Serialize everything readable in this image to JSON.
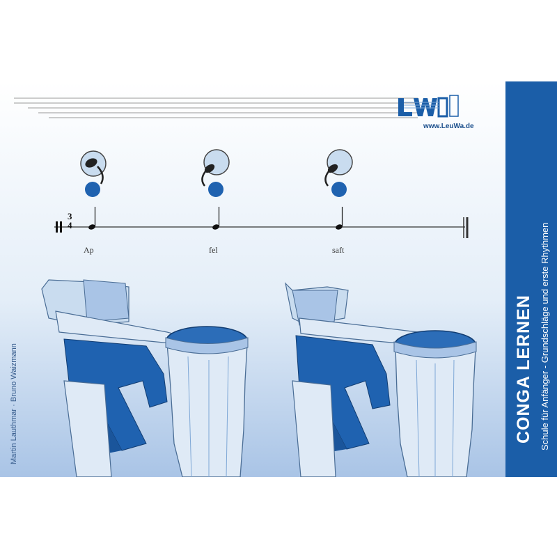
{
  "cover": {
    "title": "CONGA  LERNEN",
    "subtitle": "Schule für Anfänger - Grundschläge und erste Rhythmen",
    "authors": "Martin Lauthmar · Bruno Waizmann",
    "logo_url": "www.LeuWa.de",
    "notation": {
      "time_signature_top": "3",
      "time_signature_bottom": "4",
      "words": [
        "Ap",
        "fel",
        "saft"
      ]
    },
    "colors": {
      "spine": "#1b5ea8",
      "drum_blue": "#1f62b0",
      "light_blue": "#9ec0e6"
    }
  }
}
